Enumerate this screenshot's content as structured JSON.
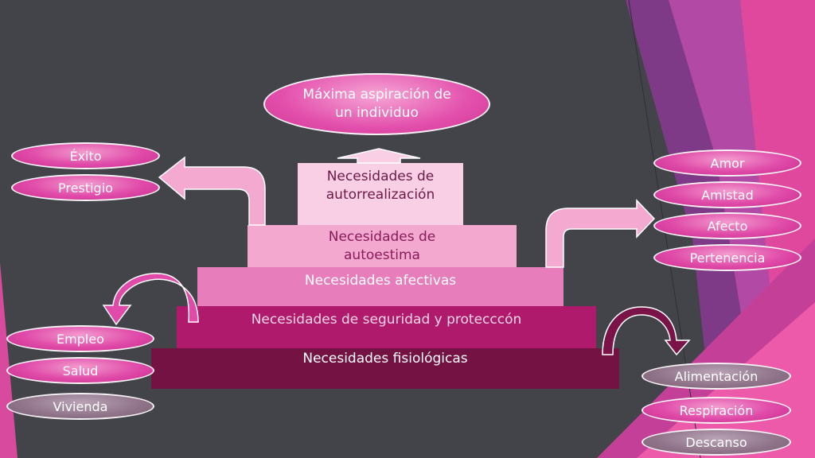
{
  "diagram": {
    "top_goal": "Máxima aspiración de\nun individuo",
    "pyramid": [
      {
        "label": "Necesidades de\nautorrealización"
      },
      {
        "label": "Necesidades  de\nautoestima"
      },
      {
        "label": "Necesidades afectivas"
      },
      {
        "label": "Necesidades de seguridad y protecccón"
      },
      {
        "label": "Necesidades fisiológicas"
      }
    ],
    "groups": {
      "esteem": [
        "Éxito",
        "Prestigio"
      ],
      "affective": [
        "Amor",
        "Amistad",
        "Afecto",
        "Pertenencia"
      ],
      "safety": [
        "Empleo",
        "Salud",
        "Vivienda"
      ],
      "physiological": [
        "Alimentación",
        "Respiración",
        "Descanso"
      ]
    }
  }
}
